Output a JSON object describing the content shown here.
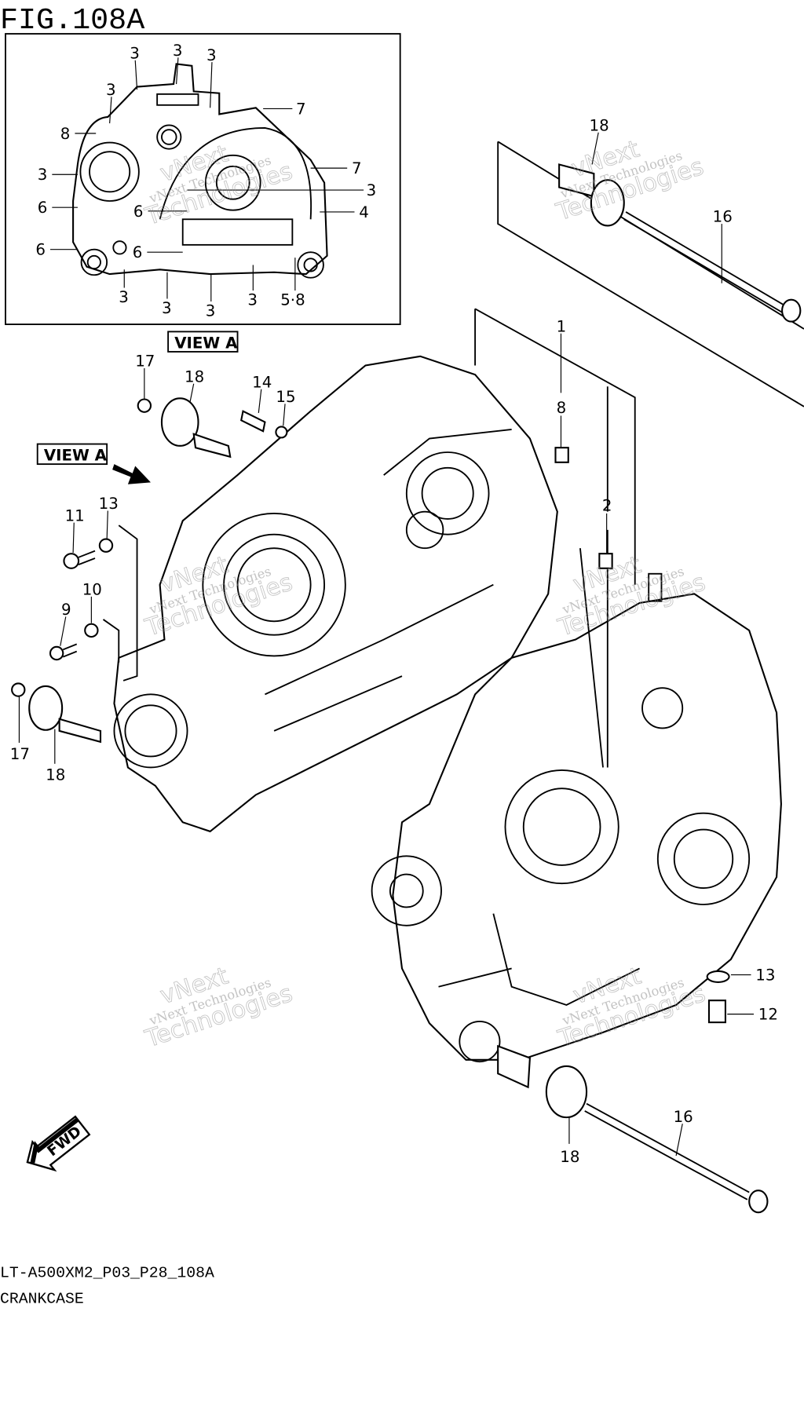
{
  "figure_title": "FIG.108A",
  "model_code": "LT-A500XM2_P03_P28_108A",
  "section_name": "CRANKCASE",
  "view_label": "VIEW A",
  "fwd_label": "FWD",
  "watermark": {
    "line1": "vNext",
    "line2": "vNext Technologies",
    "line3": "Technologies"
  },
  "inset_callouts": [
    "3",
    "3",
    "3",
    "3",
    "8",
    "7",
    "3",
    "7",
    "3",
    "6",
    "6",
    "4",
    "6",
    "6",
    "3",
    "3",
    "3",
    "3",
    "5·8"
  ],
  "main_callouts": [
    "18",
    "16",
    "1",
    "8",
    "2",
    "17",
    "18",
    "14",
    "15",
    "11",
    "13",
    "10",
    "9",
    "17",
    "18",
    "13",
    "12",
    "16",
    "18"
  ]
}
